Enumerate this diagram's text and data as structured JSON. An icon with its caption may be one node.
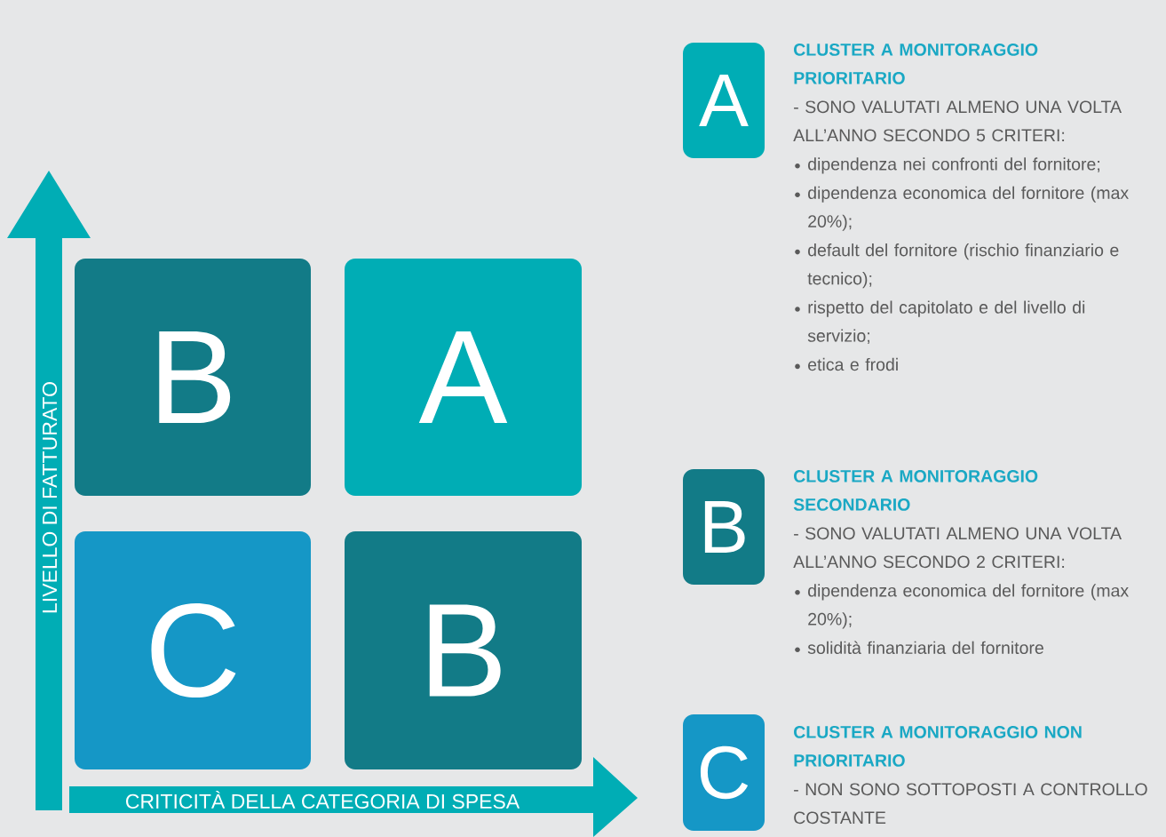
{
  "diagram": {
    "nodes": [
      {
        "text": [
          "B"
        ]
      },
      {
        "text": [
          "A"
        ]
      },
      {
        "text": [
          "C"
        ]
      },
      {
        "text": [
          "B"
        ]
      },
      {
        "text": [
          "A"
        ],
        "beside": [
          "CLUSTER A MONITORAGGIO PRIORITARIO",
          "- SONO VALUTATI ALMENO UNA VOLTA ALL’ANNO  SECONDO 5 CRITERI:",
          "dipendenza nei confronti del fornitore;",
          "dipendenza economica del fornitore (max 20%);",
          "default del fornitore (rischio finanziario e tecnico);",
          "rispetto del capitolato e del livello di servizio;",
          "etica e frodi"
        ]
      },
      {
        "text": [
          "B"
        ],
        "beside": [
          "CLUSTER A MONITORAGGIO SECONDARIO",
          "- SONO VALUTATI ALMENO UNA VOLTA ALL’ANNO SECONDO 2 CRITERI:",
          "dipendenza economica del fornitore (max 20%);",
          "solidità finanziaria del fornitore"
        ]
      },
      {
        "text": [
          "C"
        ],
        "beside": [
          "CLUSTER A MONITORAGGIO NON PRIORITARIO",
          "- NON SONO SOTTOPOSTI A CONTROLLO COSTANTE"
        ]
      }
    ],
    "labels": [
      "LIVELLO DI FATTURATO",
      "CRITICITÀ DELLA CATEGORIA DI SPESA"
    ]
  }
}
